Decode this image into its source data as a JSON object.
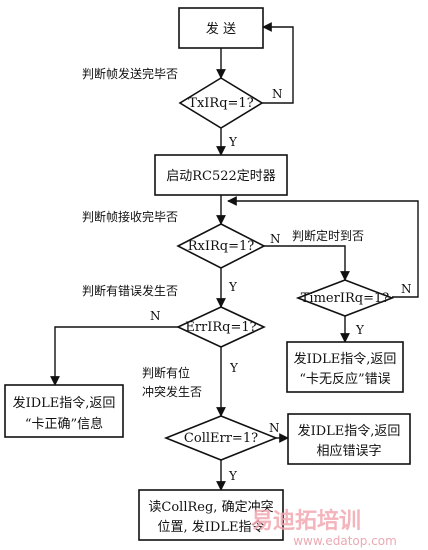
{
  "nodes": {
    "send": "发 送",
    "tx_check": "TxIRq=1?",
    "start_timer": "启动RC522定时器",
    "rx_check": "RxIRq=1?",
    "timer_check": "TimerIRq=1?",
    "timeout_error_l1": "发IDLE指令,返回",
    "timeout_error_l2": "“卡无反应”错误",
    "err_check": "ErrIRq=1?",
    "correct_l1": "发IDLE指令,返回",
    "correct_l2": "“卡正确”信息",
    "coll_check": "CollErr=1?",
    "coll_error_l1": "发IDLE指令,返回",
    "coll_error_l2": "相应错误字",
    "read_coll_l1": "读CollReg, 确定冲突",
    "read_coll_l2": "位置, 发IDLE指令"
  },
  "labels": {
    "tx_done": "判断帧发送完毕否",
    "rx_done": "判断帧接收完毕否",
    "timeout": "判断定时到否",
    "error_occurred": "判断有错误发生否",
    "collision_l1": "判断有位",
    "collision_l2": "冲突发生否"
  },
  "branches": {
    "yes": "Y",
    "no": "N"
  },
  "watermark": {
    "brand": "易迪拓培训",
    "url": "www.edatop.com"
  }
}
